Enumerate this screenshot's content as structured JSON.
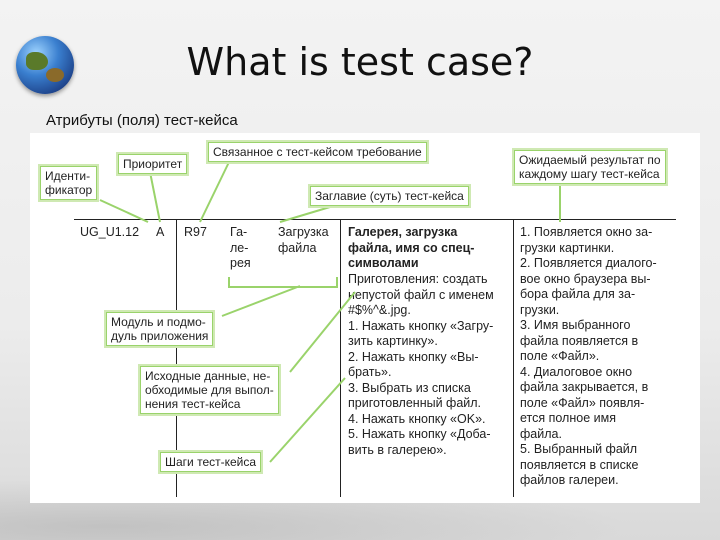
{
  "slide": {
    "title": "What is test case?",
    "subtitle": "Атрибуты (поля) тест-кейса"
  },
  "callouts": {
    "identifier": "Иденти-\nфикатор",
    "priority": "Приоритет",
    "requirement": "Связанное с тест-кейсом требование",
    "title_field": "Заглавие (суть) тест-кейса",
    "expected": "Ожидаемый результат по\nкаждому шагу тест-кейса",
    "module": "Модуль и подмо-\nдуль приложения",
    "input_data": "Исходные данные, не-\nобходимые для выпол-\nнения тест-кейса",
    "steps": "Шаги тест-кейса"
  },
  "row": {
    "id": "UG_U1.12",
    "priority": "A",
    "requirement": "R97",
    "module": "Га-\nле-\nрея",
    "submodule": "Загрузка\nфайла",
    "title": "Галерея, загрузка\nфайла, имя со спец-\nсимволами",
    "steps": "Приготовления: создать\nнепустой файл с именем\n#$%^&.jpg.\n1. Нажать кнопку «Загру-\nзить картинку».\n2. Нажать кнопку «Вы-\nбрать».\n3. Выбрать из списка\nприготовленный файл.\n4. Нажать кнопку «OK».\n5. Нажать кнопку «Доба-\nвить в галерею».",
    "expected": "1. Появляется окно за-\nгрузки картинки.\n2. Появляется диалого-\nвое окно браузера вы-\nбора файла для за-\nгрузки.\n3. Имя выбранного\nфайла появляется в\nполе «Файл».\n4. Диалоговое окно\nфайла закрывается, в\nполе «Файл» появля-\nется полное имя\nфайла.\n5. Выбранный файл\nпоявляется в списке\nфайлов галереи."
  },
  "colors": {
    "callout_border": "#9ad36b",
    "callout_line": "#cfe9b3"
  },
  "icons": [
    "globe-icon"
  ]
}
